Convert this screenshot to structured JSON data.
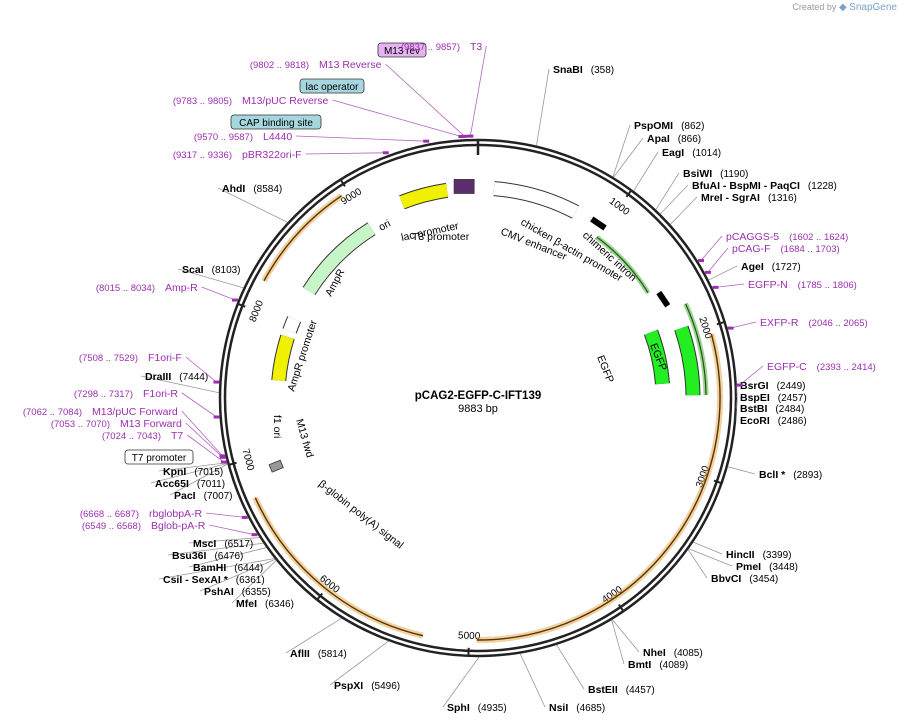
{
  "header": {
    "credit_prefix": "Created by",
    "credit_brand": "SnapGene"
  },
  "plasmid": {
    "name": "pCAG2-EGFP-C-IFT139",
    "size_label": "9883 bp"
  },
  "colors": {
    "primer": "#9b2fae",
    "enzyme": "#000000",
    "ring": "#222222",
    "orange": "#e39a2d",
    "green_feature": "#33aa22",
    "egfp": "#22ee22",
    "ampr": "#c8f5c8",
    "ori": "#f0f000"
  },
  "ticks": [
    "1000",
    "2000",
    "3000",
    "4000",
    "5000",
    "6000",
    "7000",
    "8000",
    "9000"
  ],
  "enzymes": [
    {
      "name": "SnaBI",
      "pos": "(358)"
    },
    {
      "name": "PspOMI",
      "pos": "(862)"
    },
    {
      "name": "ApaI",
      "pos": "(866)"
    },
    {
      "name": "EagI",
      "pos": "(1014)"
    },
    {
      "name": "BsiWI",
      "pos": "(1190)"
    },
    {
      "name": "BfuAI - BspMI - PaqCI",
      "pos": "(1228)"
    },
    {
      "name": "MreI - SgrAI",
      "pos": "(1316)"
    },
    {
      "name": "AgeI",
      "pos": "(1727)"
    },
    {
      "name": "BsrGI",
      "pos": "(2449)"
    },
    {
      "name": "BspEI",
      "pos": "(2457)"
    },
    {
      "name": "BstBI",
      "pos": "(2484)"
    },
    {
      "name": "EcoRI",
      "pos": "(2486)"
    },
    {
      "name": "BclI *",
      "pos": "(2893)"
    },
    {
      "name": "HincII",
      "pos": "(3399)"
    },
    {
      "name": "PmeI",
      "pos": "(3448)"
    },
    {
      "name": "BbvCI",
      "pos": "(3454)"
    },
    {
      "name": "NheI",
      "pos": "(4085)"
    },
    {
      "name": "BmtI",
      "pos": "(4089)"
    },
    {
      "name": "BstEII",
      "pos": "(4457)"
    },
    {
      "name": "NsiI",
      "pos": "(4685)"
    },
    {
      "name": "SphI",
      "pos": "(4935)"
    },
    {
      "name": "PspXI",
      "pos": "(5496)"
    },
    {
      "name": "AflII",
      "pos": "(5814)"
    },
    {
      "name": "MfeI",
      "pos": "(6346)"
    },
    {
      "name": "PshAI",
      "pos": "(6355)"
    },
    {
      "name": "CsiI - SexAI *",
      "pos": "(6361)"
    },
    {
      "name": "BamHI",
      "pos": "(6444)"
    },
    {
      "name": "Bsu36I",
      "pos": "(6476)"
    },
    {
      "name": "MscI",
      "pos": "(6517)"
    },
    {
      "name": "PacI",
      "pos": "(7007)"
    },
    {
      "name": "Acc65I",
      "pos": "(7011)"
    },
    {
      "name": "KpnI",
      "pos": "(7015)"
    },
    {
      "name": "DraIII",
      "pos": "(7444)"
    },
    {
      "name": "ScaI",
      "pos": "(8103)"
    },
    {
      "name": "AhdI",
      "pos": "(8584)"
    }
  ],
  "primers": [
    {
      "name": "T3",
      "pos": "(9837 .. 9857)"
    },
    {
      "name": "M13 Reverse",
      "pos": "(9802 .. 9818)"
    },
    {
      "name": "M13/pUC Reverse",
      "pos": "(9783 .. 9805)"
    },
    {
      "name": "L4440",
      "pos": "(9570 .. 9587)"
    },
    {
      "name": "pBR322ori-F",
      "pos": "(9317 .. 9336)"
    },
    {
      "name": "pCAGGS-5",
      "pos": "(1602 .. 1624)"
    },
    {
      "name": "pCAG-F",
      "pos": "(1684 .. 1703)"
    },
    {
      "name": "EGFP-N",
      "pos": "(1785 .. 1806)"
    },
    {
      "name": "EXFP-R",
      "pos": "(2046 .. 2065)"
    },
    {
      "name": "EGFP-C",
      "pos": "(2393 .. 2414)"
    },
    {
      "name": "Amp-R",
      "pos": "(8015 .. 8034)"
    },
    {
      "name": "F1ori-F",
      "pos": "(7508 .. 7529)"
    },
    {
      "name": "F1ori-R",
      "pos": "(7298 .. 7317)"
    },
    {
      "name": "M13/pUC Forward",
      "pos": "(7062 .. 7084)"
    },
    {
      "name": "M13 Forward",
      "pos": "(7053 .. 7070)"
    },
    {
      "name": "T7",
      "pos": "(7024 .. 7043)"
    },
    {
      "name": "rbglobpA-R",
      "pos": "(6668 .. 6687)"
    },
    {
      "name": "Bglob-pA-R",
      "pos": "(6549 .. 6568)"
    }
  ],
  "feature_boxes": [
    {
      "name": "M13 rev"
    },
    {
      "name": "lac operator"
    },
    {
      "name": "CAP binding site"
    },
    {
      "name": "T7 promoter"
    }
  ],
  "features": [
    {
      "name": "ori"
    },
    {
      "name": "lac promoter"
    },
    {
      "name": "T3 promoter"
    },
    {
      "name": "CMV enhancer"
    },
    {
      "name": "chicken β-actin promoter"
    },
    {
      "name": "chimeric intron"
    },
    {
      "name": "EGFP"
    },
    {
      "name": "EGFP"
    },
    {
      "name": "AmpR"
    },
    {
      "name": "AmpR promoter"
    },
    {
      "name": "f1 ori"
    },
    {
      "name": "M13 fwd"
    },
    {
      "name": "β-globin poly(A) signal"
    }
  ]
}
